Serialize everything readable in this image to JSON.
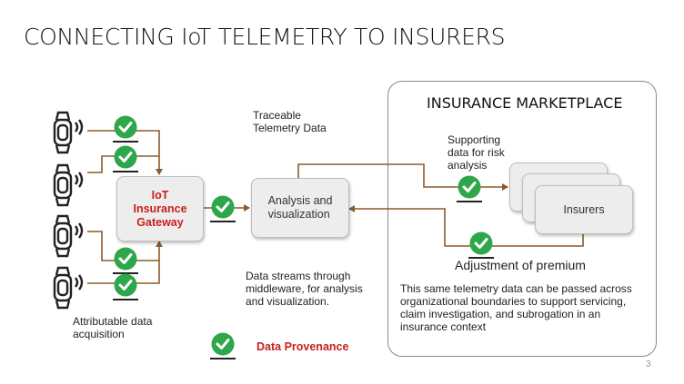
{
  "slide": {
    "title": "CONNECTING IoT TELEMETRY TO INSURERS",
    "page_number": "3"
  },
  "gateway": {
    "label_line1": "IoT",
    "label_line2": "Insurance",
    "label_line3": "Gateway"
  },
  "analysis": {
    "label_line1": "Analysis and",
    "label_line2": "visualization"
  },
  "marketplace": {
    "title": "INSURANCE MARKETPLACE",
    "insurers_label": "Insurers"
  },
  "notes": {
    "traceable_line1": "Traceable",
    "traceable_line2": "Telemetry Data",
    "risk_line1": "Supporting",
    "risk_line2": "data for risk",
    "risk_line3": "analysis",
    "premium": "Adjustment of premium",
    "streams_line1": "Data streams through",
    "streams_line2": "middleware, for analysis",
    "streams_line3": "and visualization.",
    "acq_line1": "Attributable data",
    "acq_line2": "acquisition",
    "same_line1": "This same telemetry data can be passed across",
    "same_line2": "organizational boundaries to support servicing,",
    "same_line3": "claim investigation, and subrogation in an",
    "same_line4": "insurance context"
  },
  "legend": {
    "label": "Data Provenance",
    "icon": "check-circle-icon"
  },
  "colors": {
    "connector": "#8b5a2b",
    "check_green": "#2ea64a",
    "gateway_text": "#c8201b",
    "legend_text": "#c8201b"
  },
  "icons": {
    "device": "wearable-sensor-icon",
    "check": "check-circle-icon"
  }
}
